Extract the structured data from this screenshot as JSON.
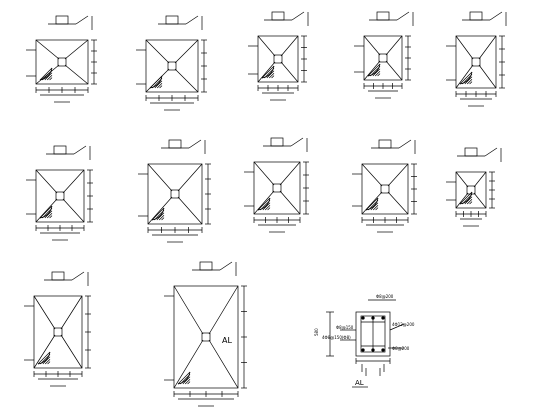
{
  "drawing": {
    "footing_labels": {
      "large_footing": "AL",
      "column_detail": "AL"
    },
    "column_section": {
      "top_note": "Φ8@200",
      "rebar_note_right": "4Φ12@200",
      "rebar_note_left": "Φ8@150",
      "rebar_note_left2": "4Φ8@150(Φ8)",
      "bottom_note": "Φ8@200",
      "side_dim": "580"
    },
    "colors": {
      "line": "#000000",
      "background": "#ffffff"
    }
  }
}
